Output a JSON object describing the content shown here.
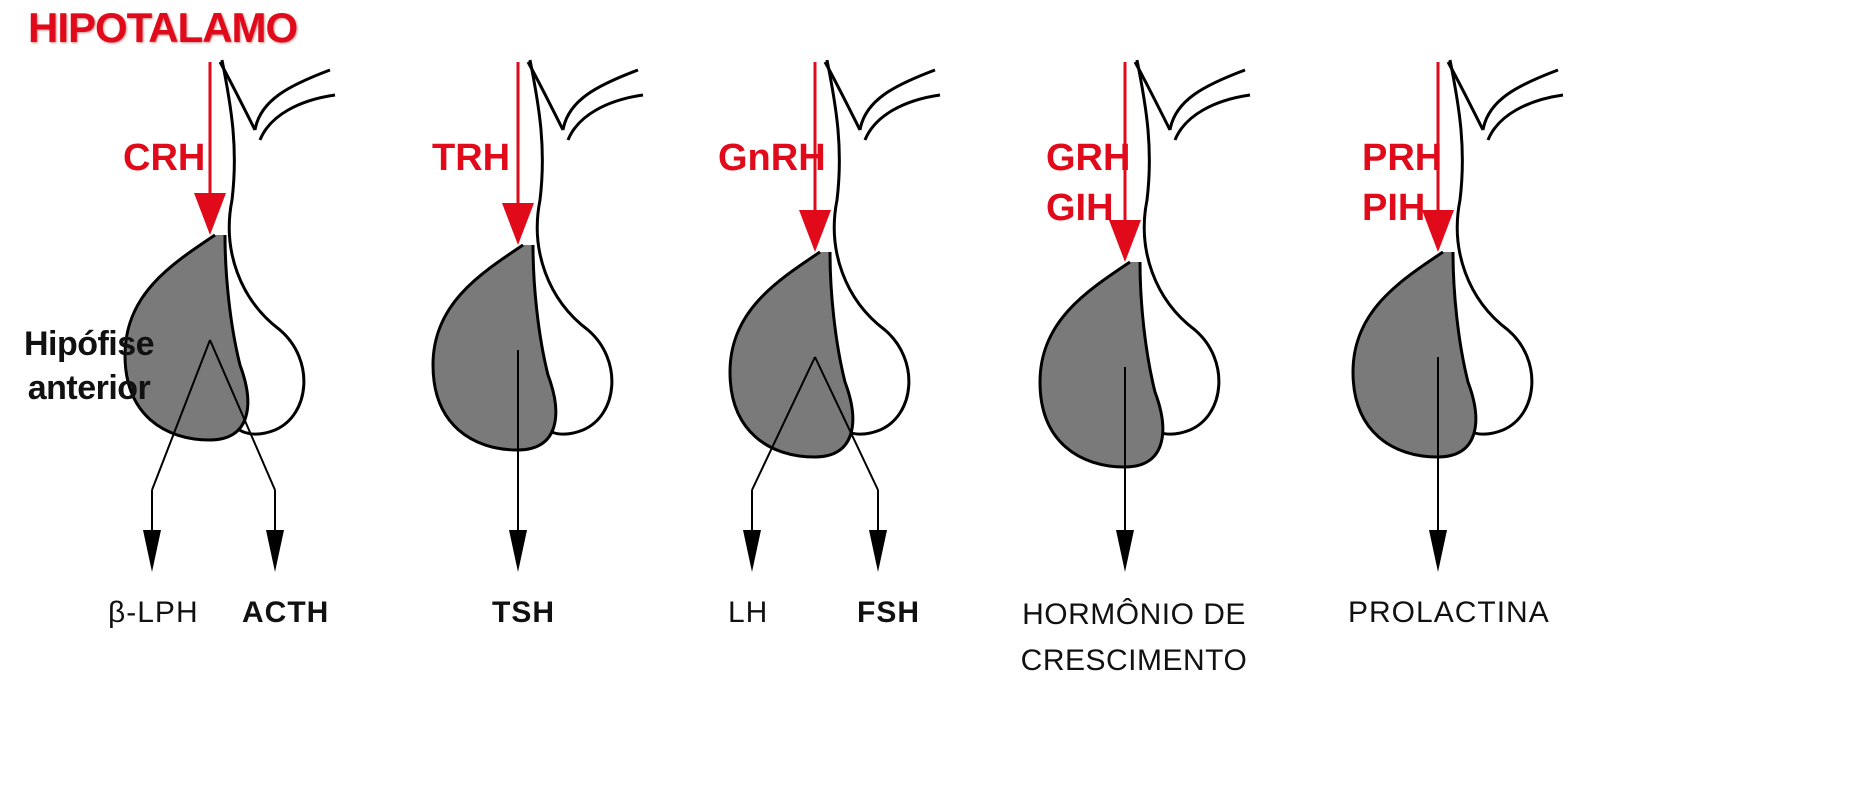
{
  "title": "HIPOTALAMO",
  "side_label_line1": "Hipófise",
  "side_label_line2": "anterior",
  "colors": {
    "accent": "#e00a1a",
    "gland_fill": "#7a7a7a",
    "line": "#000000"
  },
  "panels": [
    {
      "releasing": [
        "CRH"
      ],
      "outputs": [
        "β-LPH",
        "ACTH"
      ]
    },
    {
      "releasing": [
        "TRH"
      ],
      "outputs": [
        "TSH"
      ]
    },
    {
      "releasing": [
        "GnRH"
      ],
      "outputs": [
        "LH",
        "FSH"
      ]
    },
    {
      "releasing": [
        "GRH",
        "GIH"
      ],
      "outputs": [
        "HORMÔNIO DE",
        "CRESCIMENTO"
      ]
    },
    {
      "releasing": [
        "PRH",
        "PIH"
      ],
      "outputs": [
        "PROLACTINA"
      ]
    }
  ]
}
